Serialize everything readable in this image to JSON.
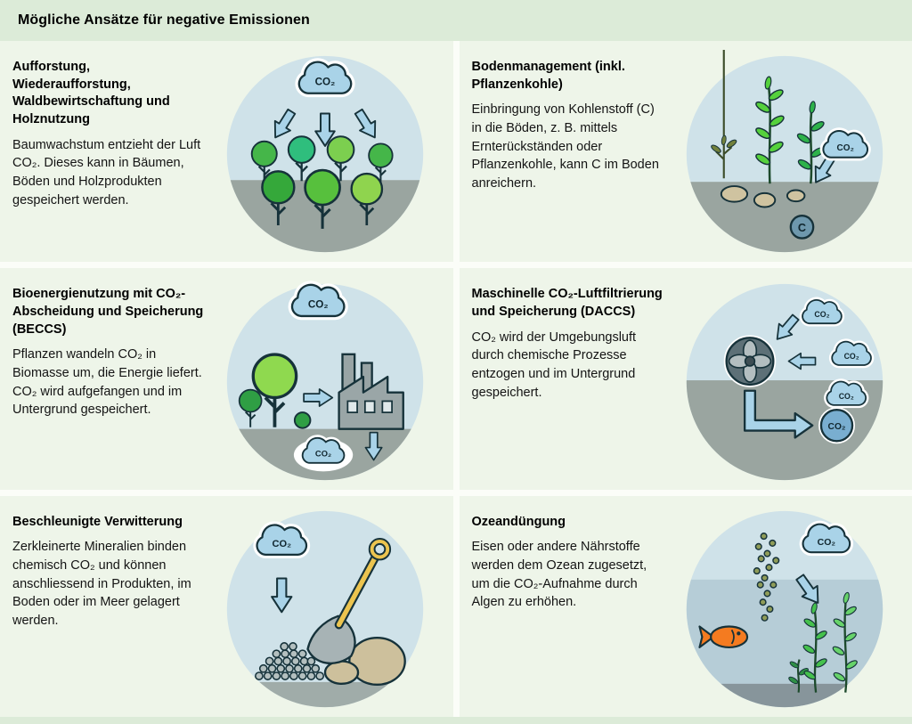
{
  "header": {
    "title": "Mögliche Ansätze für negative Emissionen"
  },
  "labels": {
    "co2": "CO₂",
    "carbon": "C"
  },
  "panels": [
    {
      "title": "Aufforstung, Wiederaufforstung, Waldbewirtschaftung und Holznutzung",
      "body": "Baumwachstum entzieht der Luft CO₂. Dieses kann in Bäumen, Böden und Holzprodukten gespeichert werden.",
      "illustration": "forest-absorbing-co2"
    },
    {
      "title": "Bodenmanagement (inkl. Pflanzenkohle)",
      "body": "Einbringung von Kohlenstoff (C) in die Böden, z. B. mittels Ernterückständen oder Pflanzenkohle, kann C im Boden anreichern.",
      "illustration": "plants-soil-carbon-enrichment"
    },
    {
      "title": "Bioenergienutzung mit CO₂-Abscheidung und Speicherung (BECCS)",
      "body": "Pflanzen wandeln CO₂ in Biomasse um, die Energie liefert. CO₂ wird aufgefangen und im Untergrund gespeichert.",
      "illustration": "biomass-power-plant-underground-storage"
    },
    {
      "title": "Maschinelle CO₂-Luftfiltrierung und Speicherung (DACCS)",
      "body": "CO₂ wird der Umgebungsluft durch chemische Prozesse entzogen und im Untergrund gespeichert.",
      "illustration": "direct-air-capture-machine-storage"
    },
    {
      "title": "Beschleunigte Verwitterung",
      "body": "Zerkleinerte Mineralien binden chemisch CO₂ und können anschliessend in Produkten, im Boden oder im Meer gelagert werden.",
      "illustration": "shovel-crushed-minerals-rocks"
    },
    {
      "title": "Ozeandüngung",
      "body": "Eisen oder andere Nährstoffe werden dem Ozean zugesetzt, um die CO₂-Aufnahme durch Algen zu erhöhen.",
      "illustration": "ocean-fertilization-fish-algae"
    }
  ],
  "colors": {
    "page_background": "#dcebd8",
    "panel_background": "#eef5e9",
    "scene_sky": "#cfe2e9",
    "scene_ground": "#9aa5a0",
    "cloud_fill": "#a9d3e8",
    "arrow_fill": "#a9d3e8",
    "outline": "#16323a",
    "fish_orange": "#f47b20",
    "rock_tan": "#cdc09c"
  }
}
